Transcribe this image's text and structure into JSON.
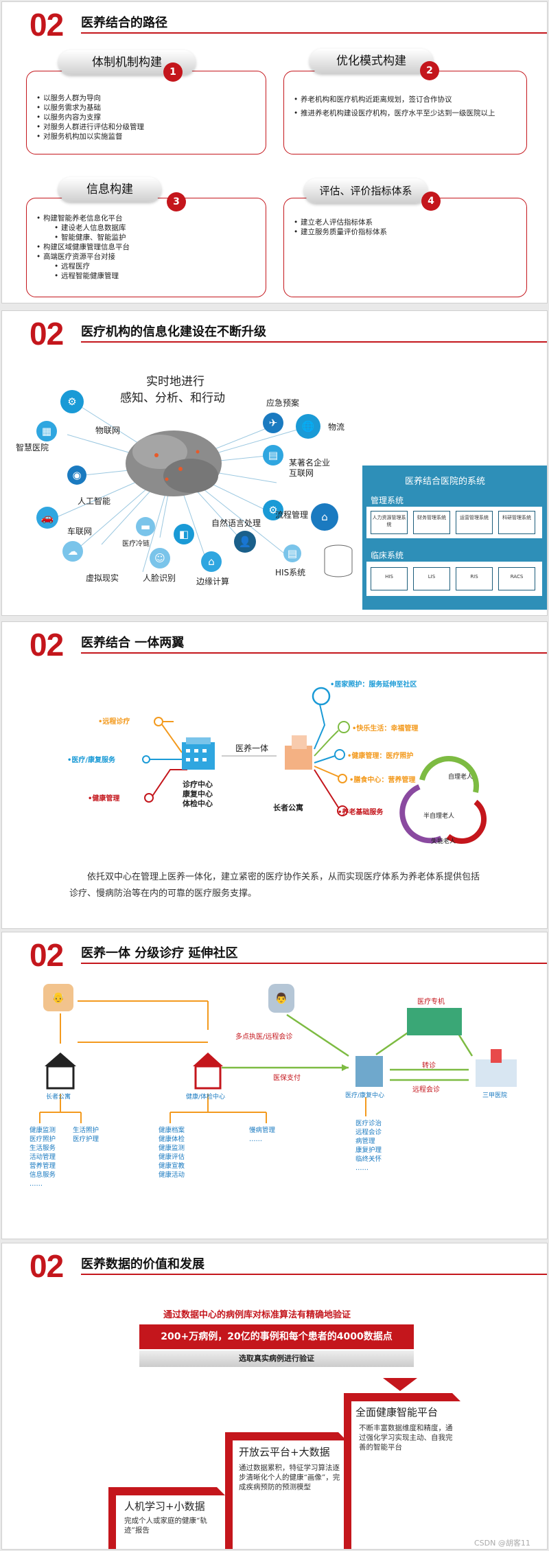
{
  "slide1": {
    "num": "02",
    "title": "医养结合的路径",
    "cards": [
      {
        "heading": "体制机制构建",
        "badge": "1",
        "items": [
          "以服务人群为导向",
          "以服务需求为基础",
          "以服务内容为支撑",
          "对服务人群进行评估和分级管理",
          "对服务机构加以实施监督"
        ]
      },
      {
        "heading": "优化模式构建",
        "badge": "2",
        "items": [
          "养老机构和医疗机构近距离规划，签订合作协议",
          "推进养老机构建设医疗机构，医疗水平至少达到一级医院以上"
        ]
      },
      {
        "heading": "信息构建",
        "badge": "3",
        "items": [
          "构建智能养老信息化平台",
          "建设老人信息数据库",
          "智能健康、智能监护",
          "构建区域健康管理信息平台",
          "高端医疗资源平台对接",
          "远程医疗",
          "远程智能健康管理"
        ]
      },
      {
        "heading": "评估、评价指标体系",
        "badge": "4",
        "items": [
          "建立老人评估指标体系",
          "建立服务质量评价指标体系"
        ]
      }
    ]
  },
  "slide2": {
    "num": "02",
    "title": "医疗机构的信息化建设在不断升级",
    "center_line1": "实时地进行",
    "center_line2": "感知、分析、和行动",
    "labels": [
      "应急预案",
      "物流",
      "某著名企业",
      "互联网",
      "流程管理",
      "HIS系统",
      "边缘计算",
      "自然语言处理",
      "人脸识别",
      "虚拟现实",
      "医疗冷链",
      "车联网",
      "人工智能",
      "物联网",
      "智慧医院"
    ],
    "panel_title": "医养结合医院的系统",
    "mgmt_title": "管理系统",
    "mgmt_items": [
      "人力资源管理系统",
      "财务管理系统",
      "运营管理系统",
      "科研管理系统"
    ],
    "clinic_title": "临床系统",
    "clinic_items": [
      "HIS",
      "LIS",
      "RIS",
      "RACS"
    ]
  },
  "slide3": {
    "num": "02",
    "title": "医养结合 一体两翼",
    "left_items": [
      "•远程诊疗",
      "•医疗/康复服务",
      "•健康管理"
    ],
    "left_center": [
      "诊疗中心",
      "康复中心",
      "体检中心"
    ],
    "link": "医养一体",
    "right_center": "长者公寓",
    "right_items": [
      "•居家照护：服务延伸至社区",
      "•快乐生活：幸福管理",
      "•健康管理：医疗照护",
      "•膳食中心：营养管理",
      "•养老基础服务"
    ],
    "cycle": [
      "自理老人",
      "半自理老人",
      "失能老人"
    ],
    "desc": "依托双中心在管理上医养一体化，建立紧密的医疗协作关系，从而实现医疗体系为养老体系提供包括诊疗、慢病防治等在内的可靠的医疗服务支撑。"
  },
  "slide4": {
    "num": "02",
    "title": "医养一体 分级诊疗 延伸社区",
    "nodes": {
      "apartment": "长者公寓",
      "health": "健康/体检中心",
      "medical": "医疗/康复中心",
      "hospital": "三甲医院",
      "ambulance": "医疗专机"
    },
    "edge_labels": {
      "remote": "多点执医/远程会诊",
      "insurance": "医保支付",
      "referral": "转诊",
      "consult": "远程会诊"
    },
    "apt_col1": [
      "健康监测",
      "医疗照护",
      "生活服务",
      "活动管理",
      "营养管理",
      "信息服务",
      "……"
    ],
    "apt_col2": [
      "生活照护",
      "医疗护理"
    ],
    "health_col1": [
      "健康档案",
      "健康体检",
      "健康监测",
      "健康评估",
      "健康宣教",
      "健康活动"
    ],
    "health_col2": [
      "慢病管理",
      "……"
    ],
    "med_col": [
      "医疗诊治",
      "远程会诊",
      "病管理",
      "康复护理",
      "临终关怀",
      "……"
    ]
  },
  "slide5": {
    "num": "02",
    "title": "医养数据的价值和发展",
    "verify": "通过数据中心的病例库对标准算法有精确地验证",
    "banner": "200+万病例，20亿的事例和每个患者的4000数据点",
    "select": "选取真实病例进行验证",
    "steps": [
      {
        "title": "人机学习+小数据",
        "desc": "完成个人或家庭的健康“轨迹”报告"
      },
      {
        "title": "开放云平台+大数据",
        "desc": "通过数据累积，特征学习算法逐步清晰化个人的健康“画像”，完成疾病预防的预测模型"
      },
      {
        "title": "全面健康智能平台",
        "desc": "不断丰富数据维度和精度，通过强化学习实现主动、自我完善的智能平台"
      }
    ]
  },
  "watermark": "CSDN @胡客11",
  "colors": {
    "accent": "#c4161c",
    "blue": "#1a9ad6",
    "panel": "#2e8fb8",
    "orange": "#f39a1e",
    "green": "#7dbb42"
  }
}
